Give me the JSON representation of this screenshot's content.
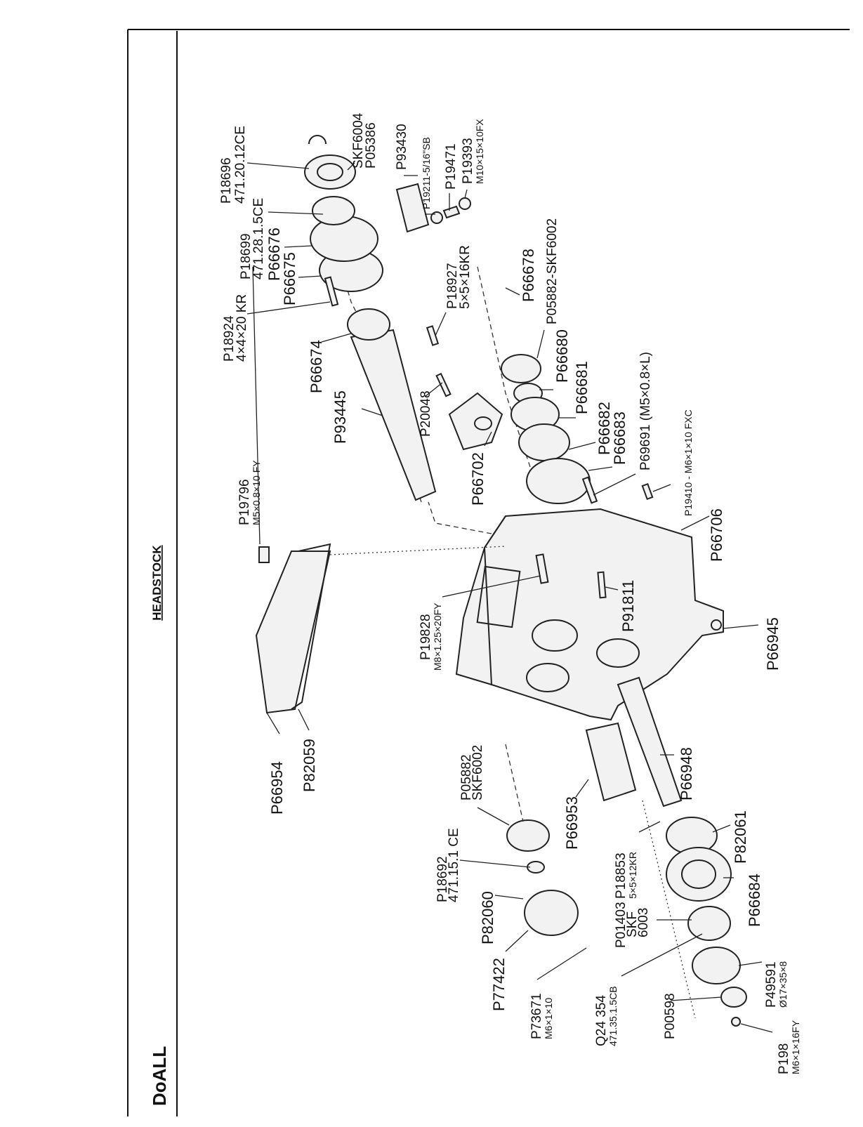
{
  "header": {
    "title": "HEADSTOCK",
    "brand": "DoALL"
  },
  "parts": {
    "p18696": "P18696",
    "p18696_sub": "471.20.12CE",
    "skf6004": "SKF6004",
    "p05386": "P05386",
    "p93430": "P93430",
    "p19211": "P19211-5/16\"SB",
    "p19471": "P19471",
    "p19393": "P19393",
    "p19393_sub": "M10×15×10FX",
    "p18699": "P18699",
    "p18699_sub": "471.28.1.5CE",
    "p66676": "P66676",
    "p66675": "P66675",
    "p18924": "P18924",
    "p18924_sub": "4×4×20 KR",
    "p18927": "P18927",
    "p18927_sub": "5×5×16KR",
    "p66678": "P66678",
    "p05882_6002": "P05882-SKF6002",
    "p66674": "P66674",
    "p66680": "P66680",
    "p20048": "P20048",
    "p93445": "P93445",
    "p66681": "P66681",
    "p66682": "P66682",
    "p66683": "P66683",
    "p69691": "P69691 (M5×0.8×L)",
    "p66702": "P66702",
    "p19410": "P19410 - M6×1×10 FXC",
    "p19796": "P19796",
    "p19796_sub": "M5×0.8×10 FY",
    "p66706": "P66706",
    "p19828": "P19828",
    "p19828_sub": "M8×1.25×20FY",
    "p91811": "P91811",
    "p66945": "P66945",
    "p66954": "P66954",
    "p82059": "P82059",
    "p05882": "P05882",
    "p05882_sub": "SKF6002",
    "p66948": "P66948",
    "p66953": "P66953",
    "p18692": "P18692",
    "p18692_sub": "471.15.1 CE",
    "p82061": "P82061",
    "p18853": "P18853",
    "p18853_sub": "5×5×12KR",
    "p66684": "P66684",
    "p82060": "P82060",
    "p77422": "P77422",
    "p01403": "P01403",
    "p01403_sub": "SKF",
    "p01403_sub2": "6003",
    "p49591": "P49591",
    "p49591_sub": "Ø17×35×8",
    "p73671": "P73671",
    "p73671_sub": "M6×1×10",
    "q24354": "Q24 354",
    "q24354_sub": "471.35.1.5CB",
    "p00598": "P00598",
    "p198": "P198",
    "p198_sub": "M6×1×16FY"
  }
}
